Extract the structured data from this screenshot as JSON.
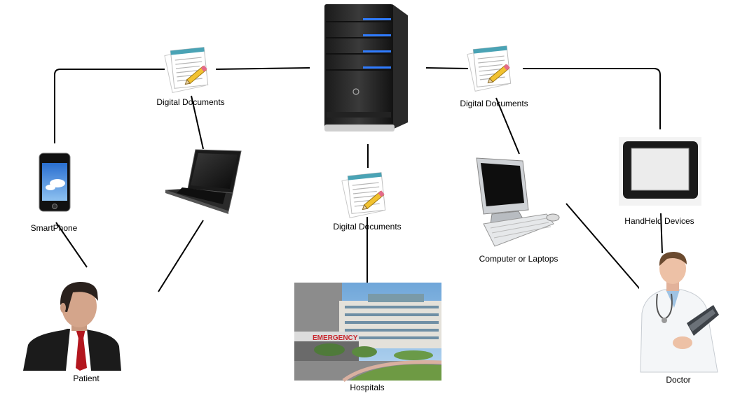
{
  "diagram": {
    "nodes": {
      "server": {
        "label": "",
        "icon": "server-icon"
      },
      "doc_left": {
        "label": "Digital Documents",
        "icon": "document-icon"
      },
      "doc_center": {
        "label": "Digital Documents",
        "icon": "document-icon"
      },
      "doc_right": {
        "label": "Digital Documents",
        "icon": "document-icon"
      },
      "smartphone": {
        "label": "SmartPhone",
        "icon": "smartphone-icon"
      },
      "laptop": {
        "label": "",
        "icon": "laptop-icon"
      },
      "desktop": {
        "label": "Computer or Laptops",
        "icon": "desktop-computer-icon"
      },
      "tablet": {
        "label": "HandHeld Devices",
        "icon": "tablet-icon"
      },
      "patient": {
        "label": "Patient",
        "icon": "patient-person-icon"
      },
      "hospital": {
        "label": "Hospitals",
        "icon": "hospital-building-icon",
        "sign_text": "EMERGENCY"
      },
      "doctor": {
        "label": "Doctor",
        "icon": "doctor-person-icon"
      }
    },
    "edges": [
      [
        "doc_left",
        "server"
      ],
      [
        "doc_left",
        "smartphone"
      ],
      [
        "doc_left",
        "laptop"
      ],
      [
        "server",
        "doc_right"
      ],
      [
        "doc_right",
        "tablet"
      ],
      [
        "doc_right",
        "desktop"
      ],
      [
        "server",
        "doc_center"
      ],
      [
        "doc_center",
        "hospital"
      ],
      [
        "smartphone",
        "patient"
      ],
      [
        "laptop",
        "patient"
      ],
      [
        "tablet",
        "doctor"
      ],
      [
        "desktop",
        "doctor"
      ]
    ],
    "colors": {
      "line": "#000000",
      "server_led": "#2f7bff",
      "hospital_sign": "#c8262d",
      "tie": "#b3161e"
    }
  }
}
